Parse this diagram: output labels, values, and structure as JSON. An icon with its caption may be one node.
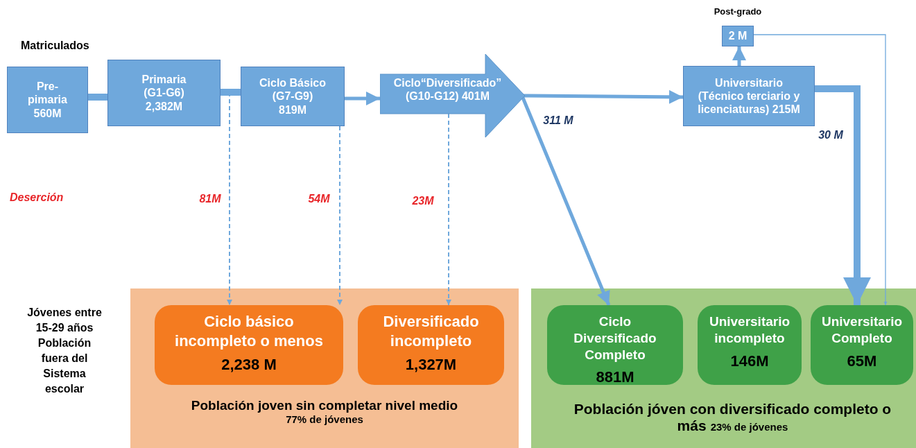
{
  "diagram": {
    "nodes": [
      {
        "text": [
          "Pre-pimaria 560M"
        ]
      },
      {
        "text": [
          "Primaria (G1-G6) 2,382M"
        ]
      },
      {
        "text": [
          "Ciclo Básico (G7-G9) 819M"
        ]
      },
      {
        "text": [
          "Ciclo“Diversificado” (G10-G12) 401M"
        ]
      },
      {
        "text": [
          "Universitario (Técnico terciario y licenciaturas) 215M"
        ]
      },
      {
        "text": [
          "2 M"
        ],
        "beside": [
          "Post-grado"
        ]
      },
      {
        "text": [
          "Población joven sin completar nivel medio",
          "77% de jóvenes"
        ]
      },
      {
        "text": [
          "Ciclo básico incompleto o menos",
          "2,238 M"
        ],
        "in": 6
      },
      {
        "text": [
          "Diversificado incompleto",
          "1,327M"
        ],
        "in": 6
      },
      {
        "text": [
          "Población jóven con diversificado completo o más",
          "23% de jóvenes"
        ]
      },
      {
        "text": [
          "Ciclo Diversificado Completo",
          "881M"
        ],
        "in": 9
      },
      {
        "text": [
          "Universitario incompleto",
          "146M"
        ],
        "in": 9
      },
      {
        "text": [
          "Universitario Completo",
          "65M"
        ],
        "in": 9
      }
    ],
    "edges": [
      {
        "from": 0,
        "to": 1,
        "arrow": "none",
        "style": "thick"
      },
      {
        "from": 1,
        "to": 2,
        "arrow": "none",
        "style": "thick"
      },
      {
        "from": 2,
        "to": 3,
        "arrow": "to"
      },
      {
        "from": 3,
        "to": 4,
        "arrow": "to"
      },
      {
        "from": 3,
        "to": 10,
        "arrow": "to",
        "label": "311 M"
      },
      {
        "from": 4,
        "to": 5,
        "arrow": "to"
      },
      {
        "from": 4,
        "to": 12,
        "arrow": "to",
        "style": "thick",
        "label": "30 M"
      },
      {
        "from": 5,
        "to": 12,
        "arrow": "to"
      },
      {
        "from": 1,
        "to": 7,
        "arrow": "to",
        "style": "dashed",
        "label": "81M"
      },
      {
        "from": 2,
        "to": 7,
        "arrow": "to",
        "style": "dashed",
        "label": "54M"
      },
      {
        "from": 3,
        "to": 8,
        "arrow": "to",
        "style": "dashed",
        "label": "23M"
      }
    ],
    "labels": [
      "Matriculados",
      "Deserción",
      "Jóvenes entre 15-29 años Población fuera del Sistema escolar"
    ]
  }
}
